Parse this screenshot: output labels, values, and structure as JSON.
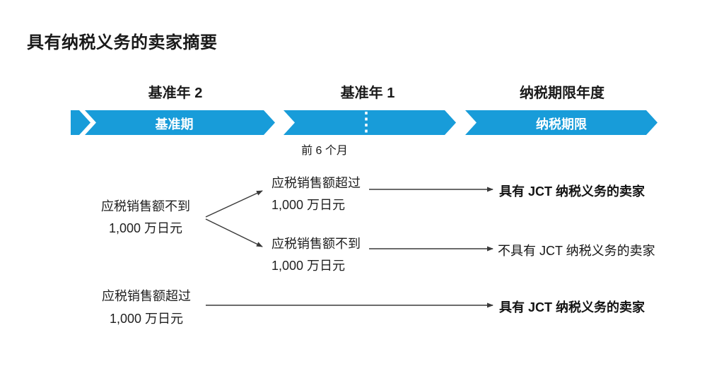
{
  "title": "具有纳税义务的卖家摘要",
  "timeline": {
    "columns": [
      {
        "label": "基准年 2"
      },
      {
        "label": "基准年 1"
      },
      {
        "label": "纳税期限年度"
      }
    ],
    "banners": [
      {
        "label": "基准期"
      },
      {
        "label": ""
      },
      {
        "label": "纳税期限"
      }
    ],
    "first_six_months_label": "前 6 个月"
  },
  "flow": {
    "base_node": {
      "line1": "应税销售额不到",
      "line2": "1,000 万日元"
    },
    "upper_branch": {
      "line1": "应税销售额超过",
      "line2": "1,000 万日元",
      "outcome": "具有 JCT 纳税义务的卖家"
    },
    "lower_branch": {
      "line1": "应税销售额不到",
      "line2": "1,000 万日元",
      "outcome": "不具有 JCT 纳税义务的卖家"
    },
    "bottom_row": {
      "line1": "应税销售额超过",
      "line2": "1,000 万日元",
      "outcome": "具有 JCT 纳税义务的卖家"
    }
  },
  "colors": {
    "banner_blue": "#189CD9",
    "arrow": "#3a3a3a",
    "title_text": "#1a1a1a"
  }
}
